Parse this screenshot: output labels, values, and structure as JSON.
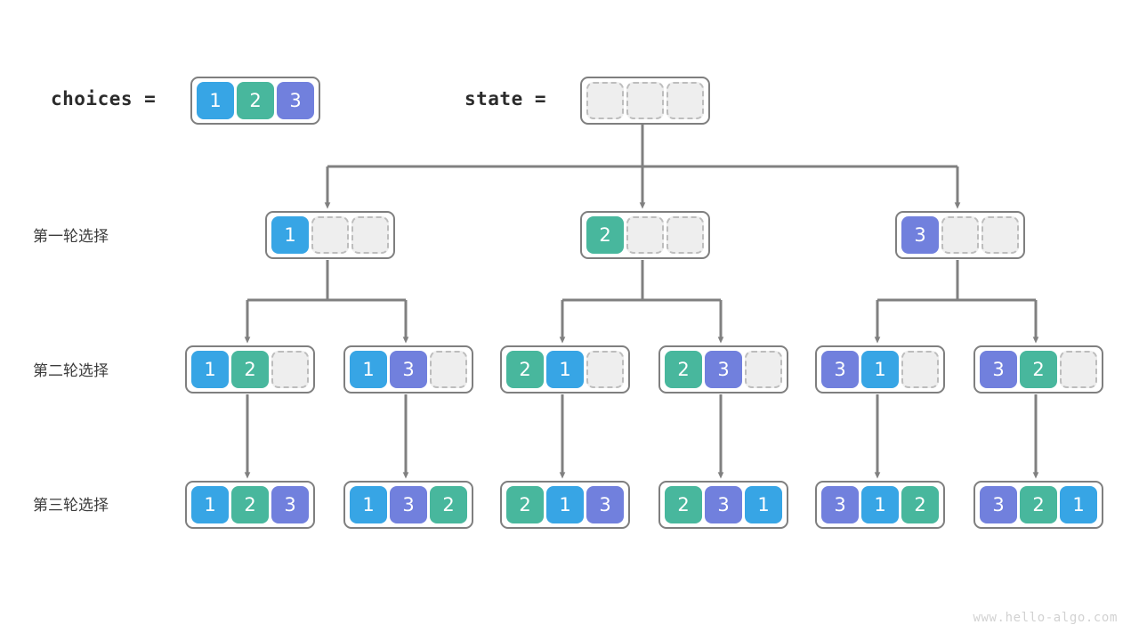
{
  "watermark": "www.hello-algo.com",
  "colors": {
    "blue": "#37a5e5",
    "green": "#48b79d",
    "purple": "#7180dd",
    "edge": "#808080",
    "border": "#7f7f7f",
    "empty_fill": "#eeeeee",
    "empty_border": "#bdbdbd",
    "background": "#ffffff",
    "text": "#2b2b2b"
  },
  "header": {
    "choices_label": "choices =",
    "choices_values": [
      "1",
      "2",
      "3"
    ],
    "state_label": "state =",
    "state_values": [
      "",
      "",
      ""
    ]
  },
  "rows": [
    {
      "label": "第一轮选择"
    },
    {
      "label": "第二轮选择"
    },
    {
      "label": "第三轮选择"
    }
  ],
  "tree": {
    "root": {
      "values": [
        "",
        "",
        ""
      ]
    },
    "level1": [
      {
        "values": [
          "1",
          "",
          ""
        ]
      },
      {
        "values": [
          "2",
          "",
          ""
        ]
      },
      {
        "values": [
          "3",
          "",
          ""
        ]
      }
    ],
    "level2": [
      {
        "values": [
          "1",
          "2",
          ""
        ]
      },
      {
        "values": [
          "1",
          "3",
          ""
        ]
      },
      {
        "values": [
          "2",
          "1",
          ""
        ]
      },
      {
        "values": [
          "2",
          "3",
          ""
        ]
      },
      {
        "values": [
          "3",
          "1",
          ""
        ]
      },
      {
        "values": [
          "3",
          "2",
          ""
        ]
      }
    ],
    "level3": [
      {
        "values": [
          "1",
          "2",
          "3"
        ]
      },
      {
        "values": [
          "1",
          "3",
          "2"
        ]
      },
      {
        "values": [
          "2",
          "1",
          "3"
        ]
      },
      {
        "values": [
          "2",
          "3",
          "1"
        ]
      },
      {
        "values": [
          "3",
          "1",
          "2"
        ]
      },
      {
        "values": [
          "3",
          "2",
          "1"
        ]
      }
    ]
  }
}
